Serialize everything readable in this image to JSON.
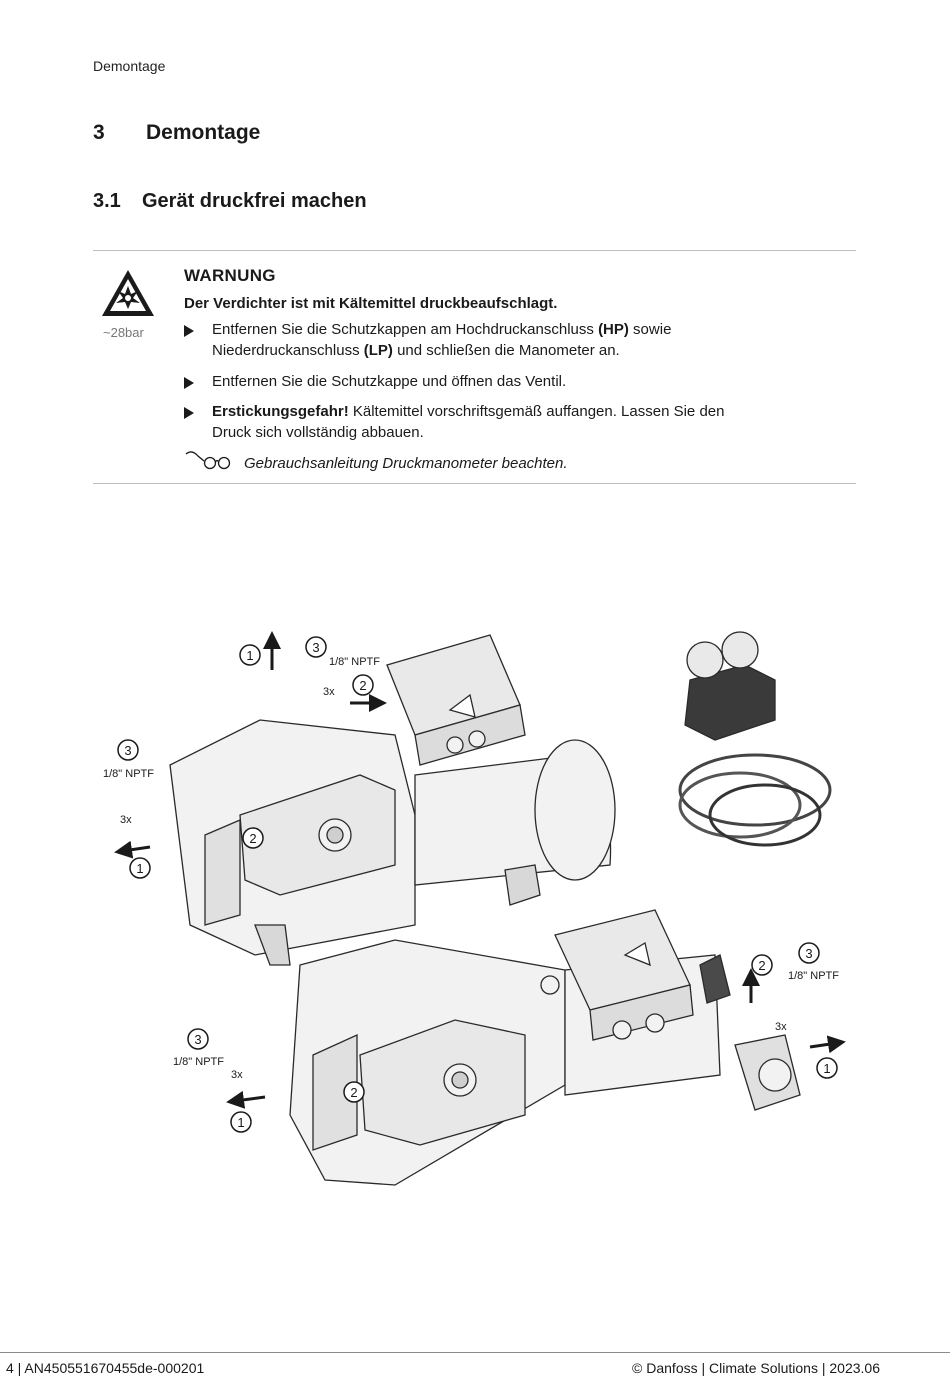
{
  "header": {
    "running_title": "Demontage"
  },
  "section": {
    "number": "3",
    "title": "Demontage"
  },
  "subsection": {
    "number": "3.1",
    "title": "Gerät druckfrei machen"
  },
  "warning": {
    "icon": "explosion-warning-icon",
    "pressure_label": "~28bar",
    "title": "WARNUNG",
    "subtitle": "Der Verdichter ist mit Kältemittel druckbeaufschlagt.",
    "steps": [
      {
        "pre": "Entfernen Sie die Schutzkappen am Hochdruckanschluss ",
        "b1": "(HP)",
        "mid": " sowie Niederdruckanschluss ",
        "b2": "(LP)",
        "post": " und schließen die Manometer an."
      },
      {
        "text": "Entfernen Sie die Schutzkappe und öffnen das Ventil."
      },
      {
        "bold": "Erstickungsgefahr!",
        "text": " Kältemittel vorschriftsgemäß auffangen. Lassen Sie den Druck sich vollständig abbauen."
      }
    ],
    "note_icon": "glasses-icon",
    "note": "Gebrauchsanleitung Druckmanometer beachten."
  },
  "figure": {
    "labels": {
      "c1": "1",
      "c2": "2",
      "c3": "3",
      "nptf": "1/8\" NPTF",
      "times3": "3x"
    }
  },
  "footer": {
    "left": "4 | AN450551670455de-000201",
    "right": "© Danfoss | Climate Solutions | 2023.06"
  }
}
